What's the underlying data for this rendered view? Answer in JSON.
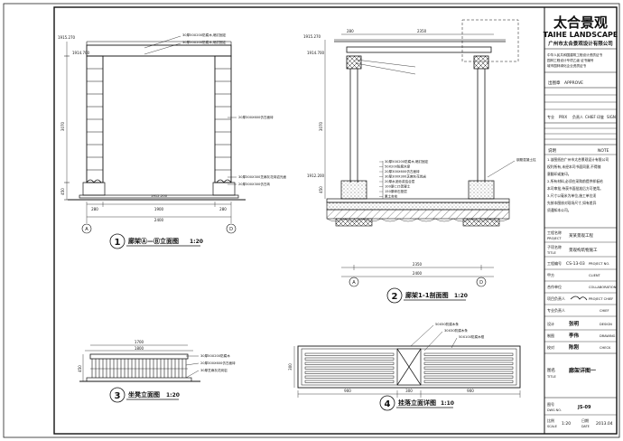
{
  "title_block": {
    "company_cn": "太合景观",
    "company_en": "TAIHE LANDSCAPE",
    "firm_name": "广州市太合景观设计有限公司",
    "cert_lines": [
      "中华人民共和国建筑工程设计资质证书",
      "园林工程设计专项乙级 证书编号",
      "城市园林绿化企业资质证书"
    ],
    "seal_label": "出图章",
    "seal_en": "APPROVE",
    "reg_label": "专业",
    "reg_value": "PRIX",
    "reg_mid": "负责人",
    "reg_chief": "CHIEF",
    "reg_stamp": "印鉴",
    "reg_sign": "SIGN",
    "notes_label": "说明",
    "notes_en": "NOTE",
    "notes": [
      "1.该图纸由广州市太合景观设计有限公司",
      "权利所有,未经本司书面同意,不得随",
      "意翻印或复印。",
      "2.所有材料,必须在采购前提供样板给",
      "本司审批,待获书面批准后方可使用。",
      "3.尺寸以毫米为单位,施工单位须",
      "先按本图核对现场尺寸,如有差异",
      "须通知本公司。"
    ],
    "project_label": "工程名称",
    "project_en": "PROJECT",
    "project_value": "某某景观工程",
    "sub_label": "子项名称",
    "sub_en": "TITLE",
    "sub_value": "景观构筑物施工",
    "projno_label": "工程编号",
    "projno_value": "CS-13-03",
    "projno_en": "PROJECT NO.",
    "client_label": "甲方",
    "client_en": "CLIENT",
    "consult_label": "合作单位",
    "consult_en": "COLLABORATION",
    "leader_label": "项目负责人",
    "leader_en": "PROJECT CHIEF",
    "reviewer_label": "专业负责人",
    "reviewer_en": "CHIEF",
    "design_label": "设计",
    "design_en": "DESIGN",
    "design_sig": "张明",
    "drawn_label": "制图",
    "drawn_en": "DRAWING",
    "drawn_sig": "李伟",
    "check_label": "校对",
    "check_en": "CHECK",
    "check_sig": "陈刚",
    "sheet_title_label": "图名",
    "sheet_title_en": "TITLE",
    "sheet_title_value": "廊架详图一",
    "dwgno_label": "图号",
    "dwgno_en": "DWG NO.",
    "dwgno_value": "JS-09",
    "scale_label": "比例",
    "scale_en": "SCALE",
    "scale_value": "1:20",
    "date_label": "日期",
    "date_en": "DATE",
    "date_value": "2013.04"
  },
  "views": {
    "v1": {
      "num": "1",
      "title": "廊架Ⓐ—Ⓑ立面图",
      "scale": "1:20",
      "grid_a": "A",
      "grid_d": "D",
      "dims_bottom": [
        "280",
        "1900",
        "280"
      ],
      "dim_total": "2400",
      "dim_mid": "1912.200",
      "dims_left": [
        "3070",
        "450"
      ],
      "elev_top": "1915.270",
      "elev_mid": "1914.700",
      "notes": [
        "30厚50X200防腐木,暗钉固定",
        "30厚50X200防腐木,暗钉固定",
        "20厚300X600仿古面砖",
        "30厚300X300芝麻灰花岗岩光面",
        "20厚300X300仿古砖"
      ]
    },
    "v2": {
      "num": "2",
      "title": "廊架1-1剖面图",
      "scale": "1:20",
      "grid_a": "A",
      "grid_d": "D",
      "dims_top": [
        "280",
        "2350"
      ],
      "dims_bottom_total": "2350",
      "dims_bottom_overall": "2400",
      "elev_top": "1915.270",
      "elev_mid": "1914.700",
      "elev_low": "1912.200",
      "dims_left": [
        "3070",
        "450"
      ],
      "notes": [
        "30厚50X200防腐木,暗钉固定",
        "50X200防腐木梁",
        "20厚300X600仿古面砖",
        "30厚300X300芝麻灰花岗岩",
        "20厚水泥砂浆结合层",
        "100厚C15混凝土",
        "150厚碎石垫层",
        "素土夯实"
      ],
      "note_right": "钢筋混凝土柱"
    },
    "v3": {
      "num": "3",
      "title": "坐凳立面图",
      "scale": "1:20",
      "dim_top": "1700",
      "dim_overall": "1800",
      "dim_left": "450",
      "notes": [
        "30厚50X200防腐木",
        "20厚300X600仿古面砖",
        "30厚芝麻灰花岗岩"
      ]
    },
    "v4": {
      "num": "4",
      "title": "挂落立面详图",
      "scale": "1:10",
      "dims_bottom": [
        "900",
        "300",
        "900"
      ],
      "dim_left": "300",
      "notes": [
        "50X50防腐木条",
        "30X30防腐木条",
        "50X100防腐木框"
      ]
    }
  }
}
